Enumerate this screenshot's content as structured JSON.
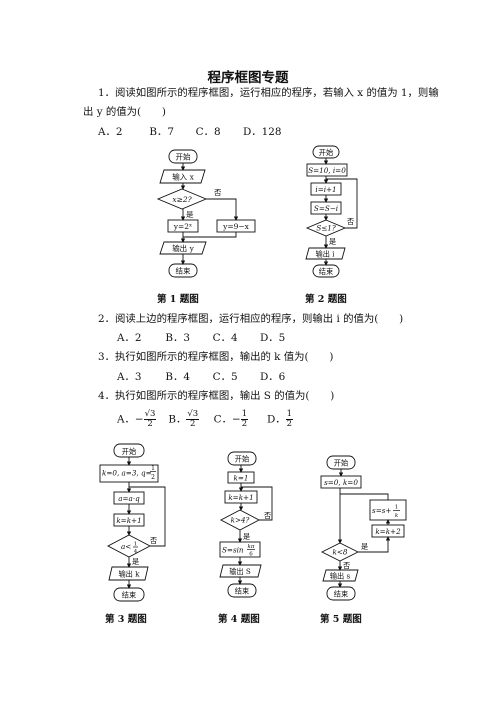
{
  "title": "程序框图专题",
  "q1": {
    "line1": "1．阅读如图所示的程序框图，运行相应的程序，若输入 x 的值为 1，则输",
    "line2": "出 y 的值为(　　)",
    "options": [
      "A．2",
      "B．7",
      "C．8",
      "D．128"
    ]
  },
  "fig1": {
    "start": "开始",
    "input": "输入 x",
    "cond": "x≥2?",
    "yes": "是",
    "no": "否",
    "yes_box": "y=2ˣ",
    "no_box": "y=9−x",
    "output": "输出 y",
    "end": "结束",
    "caption": "第 1 题图"
  },
  "fig2": {
    "start": "开始",
    "init": "S=10, i=0",
    "step1": "i=i+1",
    "step2": "S=S−i",
    "cond": "S≤1?",
    "yes": "是",
    "no": "否",
    "output": "输出 i",
    "end": "结束",
    "caption": "第 2 题图"
  },
  "q2": {
    "text": "2．阅读上边的程序框图，运行相应的程序，则输出 i 的值为(　　)",
    "options": [
      "A．2",
      "B．3",
      "C．4",
      "D．5"
    ]
  },
  "q3": {
    "text": "3．执行如图所示的程序框图，输出的 k 值为(　　)",
    "options": [
      "A．3",
      "B．4",
      "C．5",
      "D．6"
    ]
  },
  "q4": {
    "text": "4．执行如图所示的程序框图，输出 S 的值为(　　)",
    "options": [
      {
        "label": "A．",
        "sign": "−",
        "num": "√3",
        "den": "2"
      },
      {
        "label": "B．",
        "sign": "",
        "num": "√3",
        "den": "2"
      },
      {
        "label": "C．",
        "sign": "−",
        "num": "1",
        "den": "2"
      },
      {
        "label": "D．",
        "sign": "",
        "num": "1",
        "den": "2"
      }
    ]
  },
  "fig3": {
    "start": "开始",
    "init": "k=0, a=3, q=",
    "init_frac": {
      "num": "1",
      "den": "2"
    },
    "step1": "a=a·q",
    "step2": "k=k+1",
    "cond": "a<",
    "cond_frac": {
      "num": "1",
      "den": "4"
    },
    "yes": "是",
    "no": "否",
    "output": "输出 k",
    "end": "结束",
    "caption": "第 3 题图"
  },
  "fig4": {
    "start": "开始",
    "init": "k=1",
    "step1": "k=k+1",
    "cond": "k>4?",
    "yes": "是",
    "no": "否",
    "calc": "S=sin",
    "calc_frac": {
      "num": "kπ",
      "den": "6"
    },
    "output": "输出 S",
    "end": "结束",
    "caption": "第 4 题图"
  },
  "fig5": {
    "start": "开始",
    "init": "s=0, k=0",
    "cond": "k<8",
    "yes": "是",
    "no": "否",
    "body1": "s=s+",
    "body1_frac": {
      "num": "1",
      "den": "k"
    },
    "body2": "k=k+2",
    "output": "输出 s",
    "end": "结束",
    "caption": "第 5 题图"
  }
}
